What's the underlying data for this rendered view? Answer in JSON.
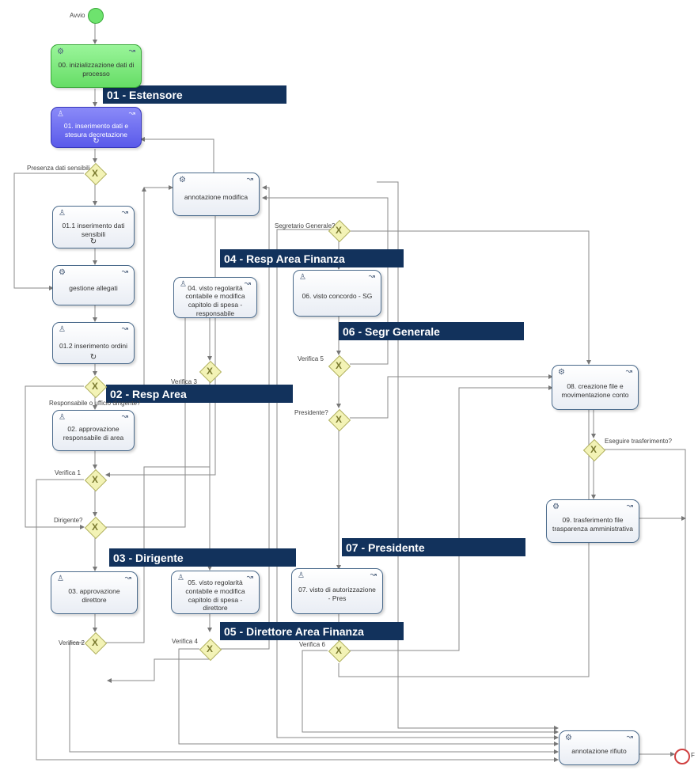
{
  "events": {
    "start_label": "Avvio",
    "end_label": "F"
  },
  "lanes": {
    "estensore": "01 - Estensore",
    "resp_area": "02 - Resp Area",
    "dirigente": "03 - Dirigente",
    "resp_area_finanza": "04 - Resp Area Finanza",
    "direttore_area_finanza": "05 - Direttore Area Finanza",
    "segr_generale": "06 - Segr Generale",
    "presidente": "07 - Presidente"
  },
  "tasks": {
    "t00": "00. inizializzazione dati di processo",
    "t01": "01. inserimento dati e stesura decretazione",
    "t011": "01.1 inserimento dati sensibili",
    "allegati": "gestione allegati",
    "t012": "01.2 inserimento ordini",
    "t02": "02. approvazione responsabile di area",
    "t03": "03. approvazione direttore",
    "annot_modifica": "annotazione modifica",
    "t04": "04. visto regolarità contabile e modifica capitolo di spesa - responsabile",
    "t05": "05. visto regolarità contabile e modifica capitolo di spesa - direttore",
    "t06": "06. visto concordo - SG",
    "t07": "07. visto di autorizzazione - Pres",
    "t08": "08. creazione file e movimentazione conto",
    "t09": "09. trasferimento file trasparenza amministrativa",
    "annot_rifiuto": "annotazione rifiuto"
  },
  "gateways": {
    "dati_sensibili": "Presenza dati sensibili",
    "responsabile": "Responsabile o ufficio dirigente?",
    "verifica1": "Verifica 1",
    "dirigente": "Dirigente?",
    "verifica2": "Verifica 2",
    "verifica3": "Verifica 3",
    "verifica4": "Verifica 4",
    "segretario": "Segretario Generale?",
    "verifica5": "Verifica 5",
    "presidente": "Presidente?",
    "verifica6": "Verifica 6",
    "trasferimento": "Eseguire trasferimento?"
  },
  "icons": {
    "user_task": "user-icon",
    "service_task": "gear-icon",
    "flag": "flag-icon",
    "loop": "loop-icon",
    "gateway": "exclusive-gateway-icon"
  },
  "colors": {
    "lane_banner": "#12325c",
    "start_task": "#66dd66",
    "current_task": "#5a5aea",
    "gateway_fill": "#f3f3b6",
    "end_event": "#d04040"
  }
}
